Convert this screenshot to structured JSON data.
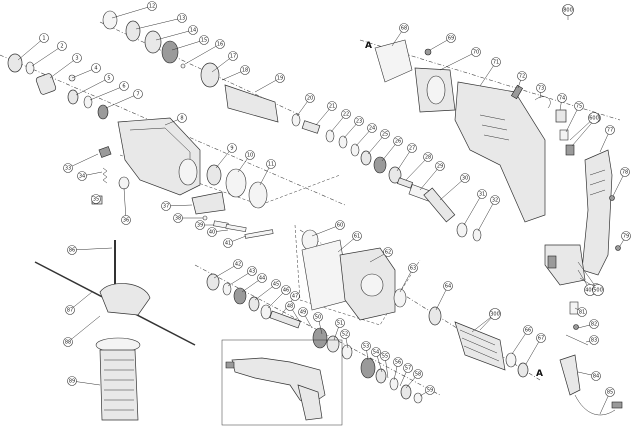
{
  "diagram": {
    "marker_top": "A",
    "marker_bottom": "A",
    "part_numbers": [
      "1",
      "2",
      "3",
      "4",
      "5",
      "6",
      "7",
      "8",
      "9",
      "10",
      "11",
      "12",
      "13",
      "14",
      "15",
      "16",
      "17",
      "18",
      "19",
      "20",
      "21",
      "22",
      "23",
      "24",
      "25",
      "26",
      "27",
      "28",
      "29",
      "30",
      "31",
      "32",
      "33",
      "34",
      "35",
      "36",
      "37",
      "38",
      "39",
      "40",
      "41",
      "42",
      "43",
      "44",
      "45",
      "46",
      "47",
      "48",
      "49",
      "50",
      "51",
      "52",
      "53",
      "54",
      "55",
      "56",
      "57",
      "58",
      "59",
      "60",
      "61",
      "62",
      "63",
      "64",
      "65",
      "66",
      "67",
      "68",
      "69",
      "70",
      "71",
      "72",
      "73",
      "74",
      "75",
      "76",
      "77",
      "78",
      "79",
      "80",
      "81",
      "82",
      "83",
      "84",
      "85",
      "86",
      "87",
      "88",
      "89",
      "300",
      "400",
      "500",
      "600",
      "800"
    ]
  }
}
